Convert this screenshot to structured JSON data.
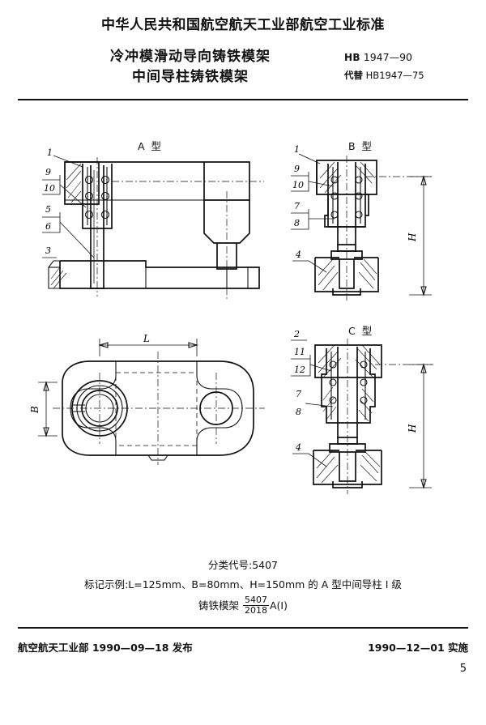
{
  "header": {
    "national_line": "中华人民共和国航空航天工业部航空工业标准",
    "title_line_1": "冷冲模滑动导向铸铁模架",
    "title_line_2": "中间导柱铸铁模架",
    "standard_prefix": "HB",
    "standard_number": "1947—90",
    "replaces_label": "代替",
    "replaces_number": "HB1947—75"
  },
  "views": {
    "type_a": {
      "title": "A 型",
      "callouts": [
        "1",
        "9",
        "10",
        "5",
        "6",
        "3"
      ]
    },
    "type_b": {
      "title": "B 型",
      "callouts": [
        "1",
        "9",
        "10",
        "7",
        "8",
        "4"
      ],
      "dimension": "H"
    },
    "type_c": {
      "title": "C 型",
      "callouts": [
        "2",
        "11",
        "12",
        "7",
        "8",
        "4"
      ],
      "dimension": "H"
    },
    "plan": {
      "dimension_length": "L",
      "dimension_width": "B"
    }
  },
  "notes": {
    "classification_label": "分类代号",
    "classification_sep": ":",
    "classification_code": "5407",
    "example_label": "标记示例",
    "example_sep": ":",
    "example_text": "L=125mm、B=80mm、H=150mm 的 A 型中间导柱 I 级",
    "frame_label": "铸铁模架",
    "frame_code_numerator": "5407",
    "frame_code_denominator": "2018",
    "frame_code_suffix": "A(I)"
  },
  "footer": {
    "issuer_line": "航空航天工业部 1990—09—18 发布",
    "effective_line": "1990—12—01 实施",
    "page_number": "5"
  }
}
